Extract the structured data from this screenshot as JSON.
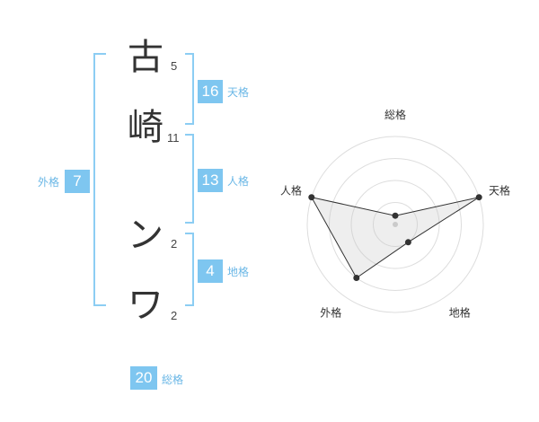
{
  "name_chars": [
    {
      "char": "古",
      "strokes": "5"
    },
    {
      "char": "崎",
      "strokes": "11"
    },
    {
      "char": "ン",
      "strokes": "2"
    },
    {
      "char": "ワ",
      "strokes": "2"
    }
  ],
  "scores": {
    "tenkaku": {
      "value": "16",
      "label": "天格"
    },
    "jinkaku": {
      "value": "13",
      "label": "人格"
    },
    "chikaku": {
      "value": "4",
      "label": "地格"
    },
    "gaikaku": {
      "value": "7",
      "label": "外格"
    },
    "soukaku": {
      "value": "20",
      "label": "総格"
    }
  },
  "colors": {
    "accent": "#7ec6f0",
    "bracket": "#8ccdf3",
    "label": "#6ab7e6"
  },
  "chart_data": {
    "type": "radar",
    "axes": [
      "総格",
      "天格",
      "地格",
      "外格",
      "人格"
    ],
    "values": [
      0.1,
      1.0,
      0.25,
      0.75,
      1.0
    ],
    "rings": 4,
    "max": 1
  }
}
